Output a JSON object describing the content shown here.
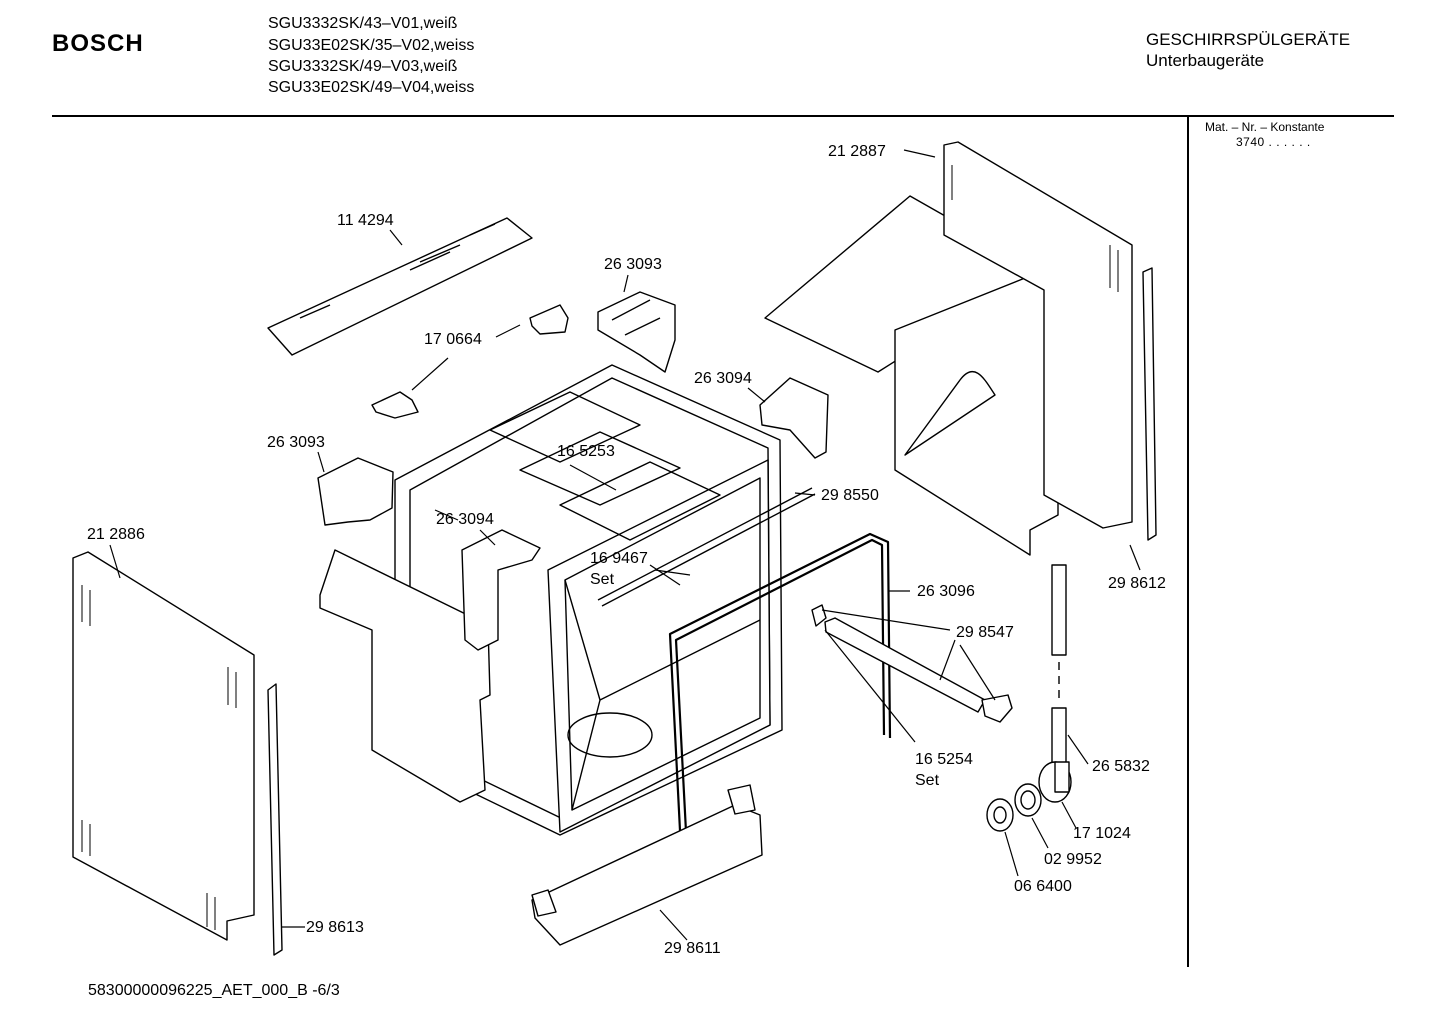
{
  "header": {
    "brand": "BOSCH",
    "models": [
      "SGU3332SK/43–V01,weiß",
      "SGU33E02SK/35–V02,weiss",
      "SGU3332SK/49–V03,weiß",
      "SGU33E02SK/49–V04,weiss"
    ],
    "category": "GESCHIRRSPÜLGERÄTE",
    "subcategory": "Unterbaugeräte"
  },
  "side_panel": {
    "label": "Mat. – Nr. – Konstante",
    "value": "3740  .  .   .  .  .  ."
  },
  "parts": {
    "p212887": "21 2887",
    "p114294": "11 4294",
    "p263093a": "26 3093",
    "p170664": "17 0664",
    "p263094a": "26 3094",
    "p263093b": "26 3093",
    "p165253": "16 5253",
    "p298550": "29 8550",
    "p212886": "21 2886",
    "p263094b": "26 3094",
    "p169467": "16 9467",
    "set1": "Set",
    "p263096": "26 3096",
    "p298612": "29 8612",
    "p298547": "29 8547",
    "p165254": "16 5254",
    "set2": "Set",
    "p265832": "26 5832",
    "p171024": "17 1024",
    "p029952": "02 9952",
    "p066400": "06 6400",
    "p298613": "29 8613",
    "p298611": "29 8611"
  },
  "footer": {
    "doc_id": "58300000096225_AET_000_B  -6/3"
  }
}
